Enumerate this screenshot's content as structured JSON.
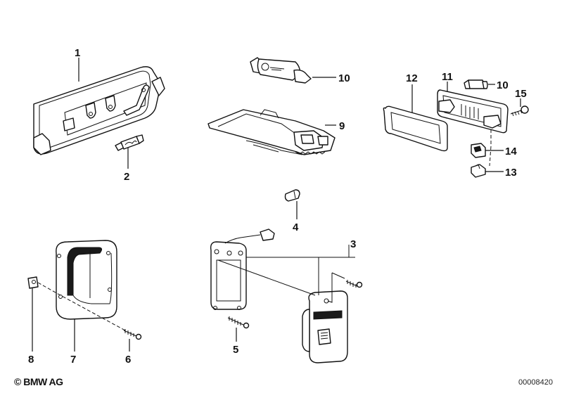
{
  "diagram": {
    "callouts": [
      {
        "id": "1",
        "label": "1"
      },
      {
        "id": "2",
        "label": "2"
      },
      {
        "id": "3",
        "label": "3"
      },
      {
        "id": "4",
        "label": "4"
      },
      {
        "id": "5",
        "label": "5"
      },
      {
        "id": "6",
        "label": "6"
      },
      {
        "id": "7",
        "label": "7"
      },
      {
        "id": "8",
        "label": "8"
      },
      {
        "id": "9",
        "label": "9"
      },
      {
        "id": "10a",
        "label": "10"
      },
      {
        "id": "10b",
        "label": "10"
      },
      {
        "id": "11",
        "label": "11"
      },
      {
        "id": "12",
        "label": "12"
      },
      {
        "id": "13",
        "label": "13"
      },
      {
        "id": "14",
        "label": "14"
      },
      {
        "id": "15",
        "label": "15"
      }
    ]
  },
  "footer": {
    "copyright": "© BMW AG",
    "document_number": "00008420"
  }
}
